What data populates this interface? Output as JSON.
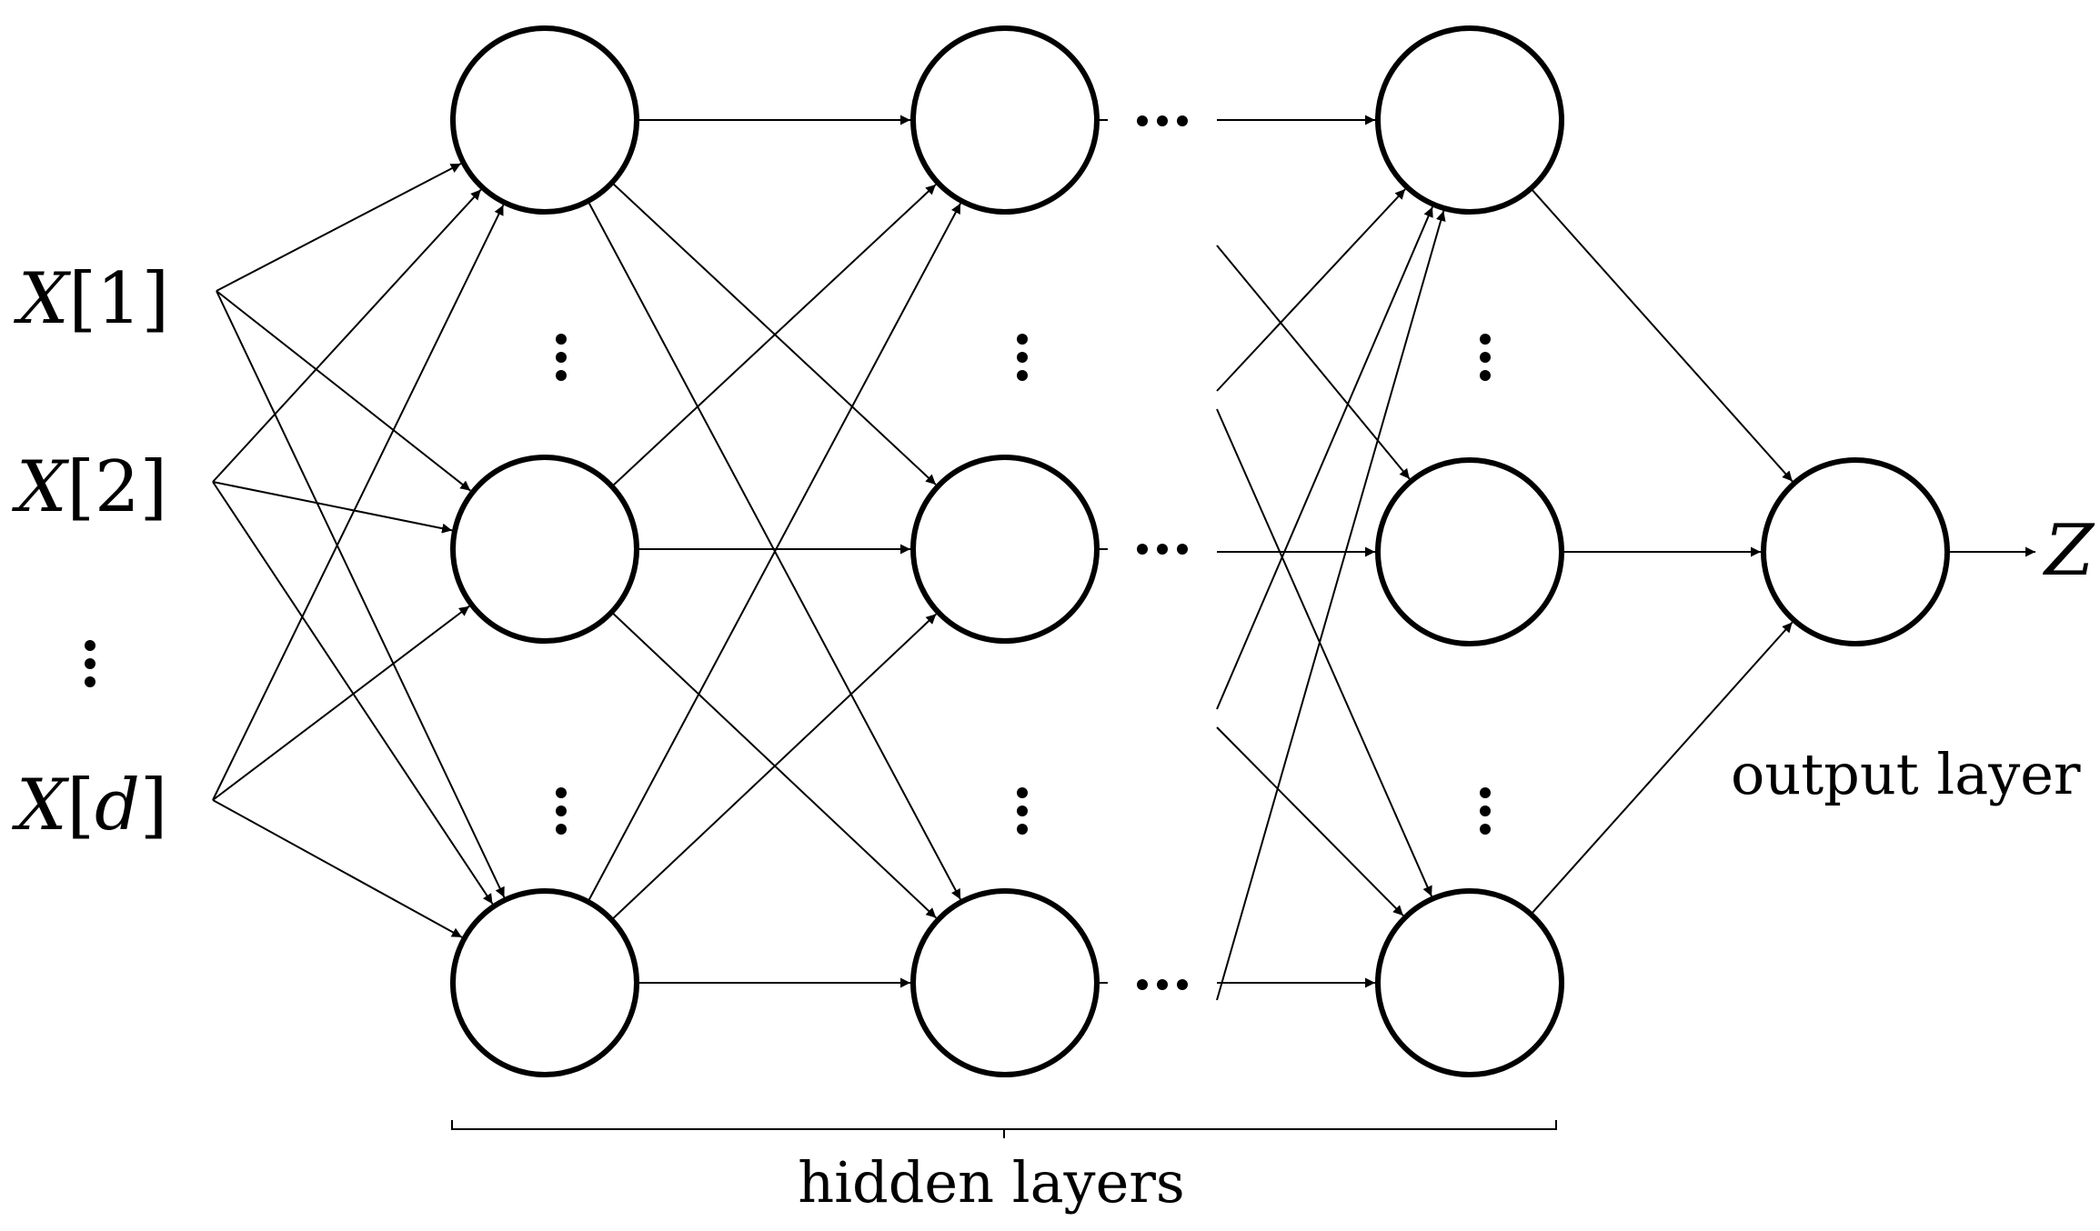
{
  "inputs": [
    {
      "var": "X",
      "open": "[",
      "index": "1",
      "index_italic": false,
      "close": "]"
    },
    {
      "var": "X",
      "open": "[",
      "index": "2",
      "index_italic": false,
      "close": "]"
    },
    {
      "var": "X",
      "open": "[",
      "index": "d",
      "index_italic": true,
      "close": "]"
    }
  ],
  "output": {
    "var": "Z"
  },
  "labels": {
    "hidden_layers": "hidden layers",
    "output_layer": "output layer"
  }
}
